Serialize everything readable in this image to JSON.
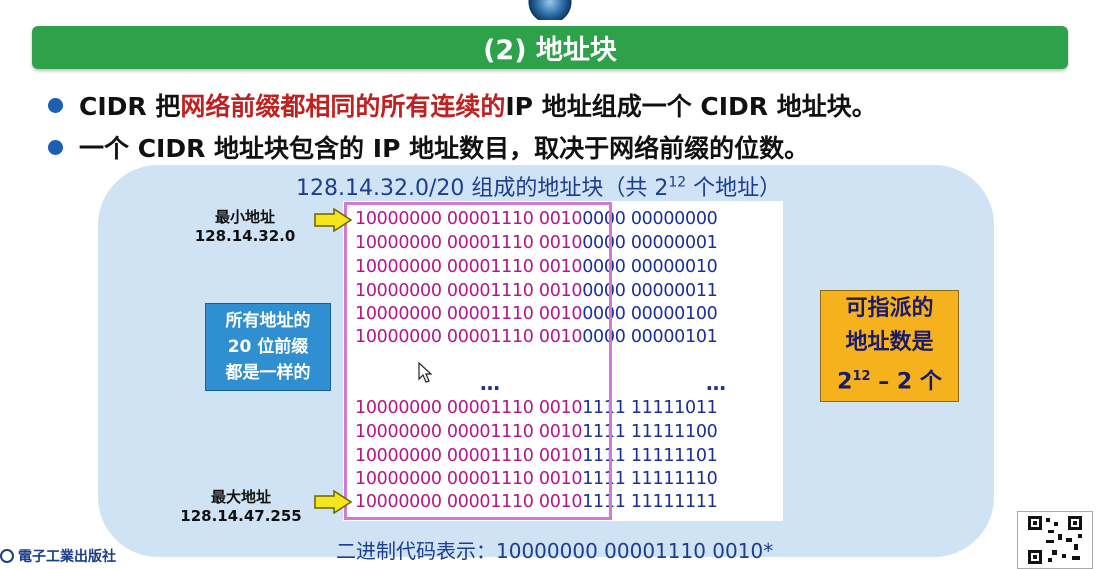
{
  "title": "(2) 地址块",
  "bullets": [
    {
      "before": "CIDR 把",
      "highlight": "网络前缀都相同的所有连续的",
      "after": " IP 地址组成一个 CIDR 地址块。"
    },
    {
      "text": "一个 CIDR 地址块包含的 IP 地址数目，取决于网络前缀的位数。"
    }
  ],
  "block": {
    "title_main": "128.14.32.0/20 组成的地址块（共 2",
    "title_exp": "12",
    "title_tail": " 个地址）",
    "rows_top": [
      {
        "prefix": "10000000 00001110 0010",
        "suffix": "0000 00000000"
      },
      {
        "prefix": "10000000 00001110 0010",
        "suffix": "0000 00000001"
      },
      {
        "prefix": "10000000 00001110 0010",
        "suffix": "0000 00000010"
      },
      {
        "prefix": "10000000 00001110 0010",
        "suffix": "0000 00000011"
      },
      {
        "prefix": "10000000 00001110 0010",
        "suffix": "0000 00000100"
      },
      {
        "prefix": "10000000 00001110 0010",
        "suffix": "0000 00000101"
      }
    ],
    "ellipsis": "…",
    "rows_bottom": [
      {
        "prefix": "10000000 00001110 0010",
        "suffix": "1111 11111011"
      },
      {
        "prefix": "10000000 00001110 0010",
        "suffix": "1111 11111100"
      },
      {
        "prefix": "10000000 00001110 0010",
        "suffix": "1111 11111101"
      },
      {
        "prefix": "10000000 00001110 0010",
        "suffix": "1111 11111110"
      },
      {
        "prefix": "10000000 00001110 0010",
        "suffix": "1111 11111111"
      }
    ],
    "min_label": "最小地址",
    "min_addr": "128.14.32.0",
    "max_label": "最大地址",
    "max_addr": "128.14.47.255",
    "prefix_note": [
      "所有地址的",
      "20 位前缀",
      "都是一样的"
    ],
    "assignable_note": {
      "line1": "可指派的",
      "line2": "地址数是",
      "base": "2",
      "exp": "12",
      "tail": " – 2 个"
    },
    "binary_repr": "二进制代码表示：10000000 00001110 0010*"
  },
  "publisher": "電子工業出版社",
  "colors": {
    "title_bar": "#2ea24a",
    "highlight_red": "#c0201f",
    "panel": "#cfe3f4",
    "prefix_magenta": "#b5168a",
    "suffix_blue": "#1a2f9a",
    "frame_pink": "#d07ad3",
    "note_blue": "#2f8fd1",
    "note_orange": "#f5b21c",
    "arrow_yellow": "#f5e51c"
  },
  "icons": [
    "logo-icon",
    "arrow-right-icon",
    "cursor-icon",
    "qr-code-icon"
  ]
}
